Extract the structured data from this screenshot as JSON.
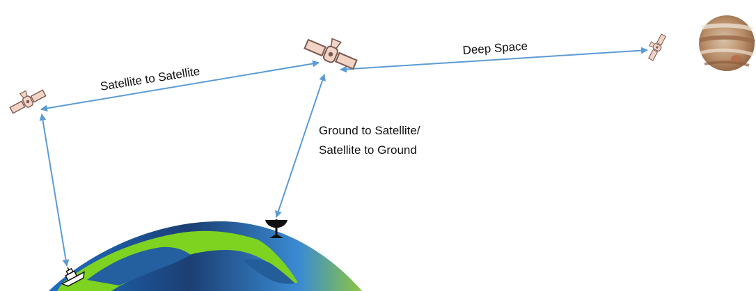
{
  "labels": {
    "satellite_link": "Satellite to Satellite",
    "deep_space": "Deep Space",
    "ground_link_line1": "Ground to Satellite/",
    "ground_link_line2": "Satellite to Ground"
  },
  "icons": {
    "satellite_left": "satellite-icon",
    "satellite_center": "satellite-icon",
    "satellite_far": "satellite-icon",
    "planet": "jupiter-icon",
    "ground_station": "satellite-dish-icon",
    "ship": "ship-icon",
    "earth": "earth-icon"
  },
  "colors": {
    "link": "#5b9bd5",
    "ocean_dark": "#1f4e79",
    "ocean_light": "#3d8fd6",
    "land": "#7ed321",
    "satellite_body": "#f2d4c7",
    "satellite_outline": "#7a5a50"
  }
}
